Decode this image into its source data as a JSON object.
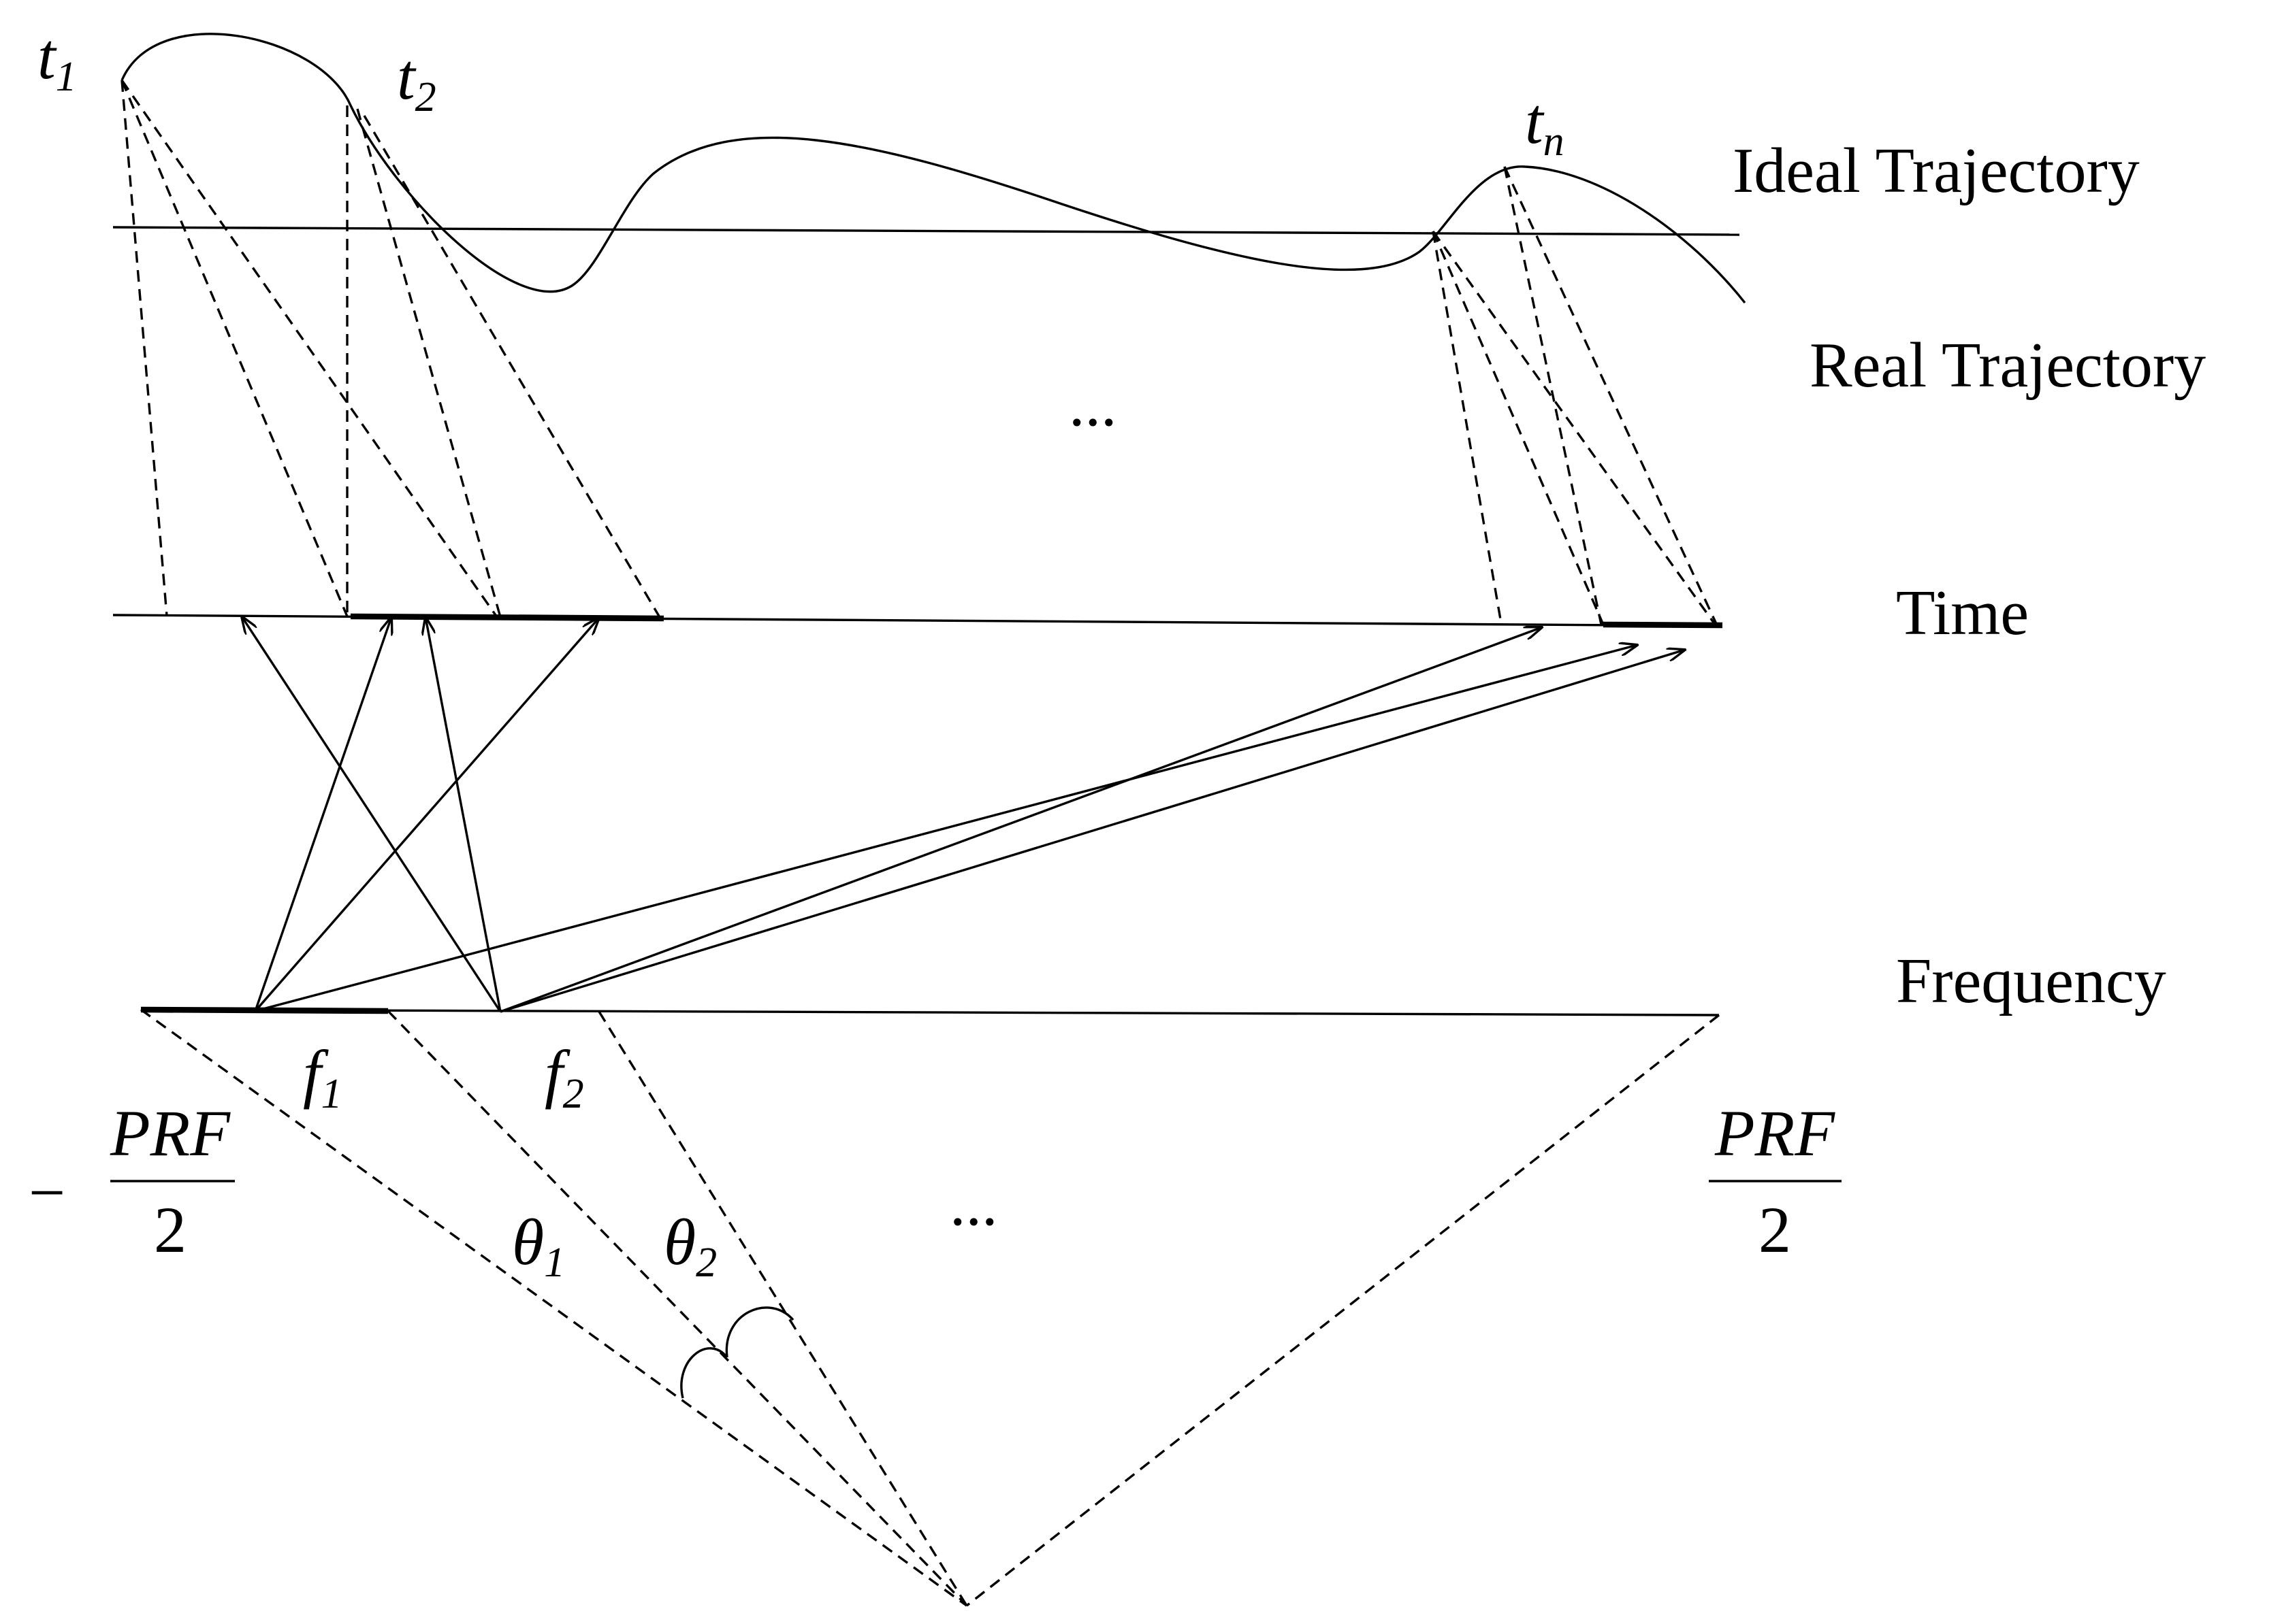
{
  "labels": {
    "ideal_trajectory": "Ideal Trajectory",
    "real_trajectory": "Real Trajectory",
    "time": "Time",
    "frequency": "Frequency",
    "ellipsis": "..."
  },
  "time_points": {
    "t1": {
      "symbol": "t",
      "subscript": "1"
    },
    "t2": {
      "symbol": "t",
      "subscript": "2"
    },
    "tn": {
      "symbol": "t",
      "subscript": "n"
    }
  },
  "frequency_points": {
    "f1": {
      "symbol": "f",
      "subscript": "1"
    },
    "f2": {
      "symbol": "f",
      "subscript": "2"
    }
  },
  "angles": {
    "theta1": {
      "symbol": "θ",
      "subscript": "1"
    },
    "theta2": {
      "symbol": "θ",
      "subscript": "2"
    }
  },
  "bounds": {
    "lower": {
      "sign": "−",
      "numerator": "PRF",
      "denominator": "2"
    },
    "upper": {
      "numerator": "PRF",
      "denominator": "2"
    }
  },
  "colors": {
    "ink": "#000000",
    "background": "#ffffff"
  }
}
